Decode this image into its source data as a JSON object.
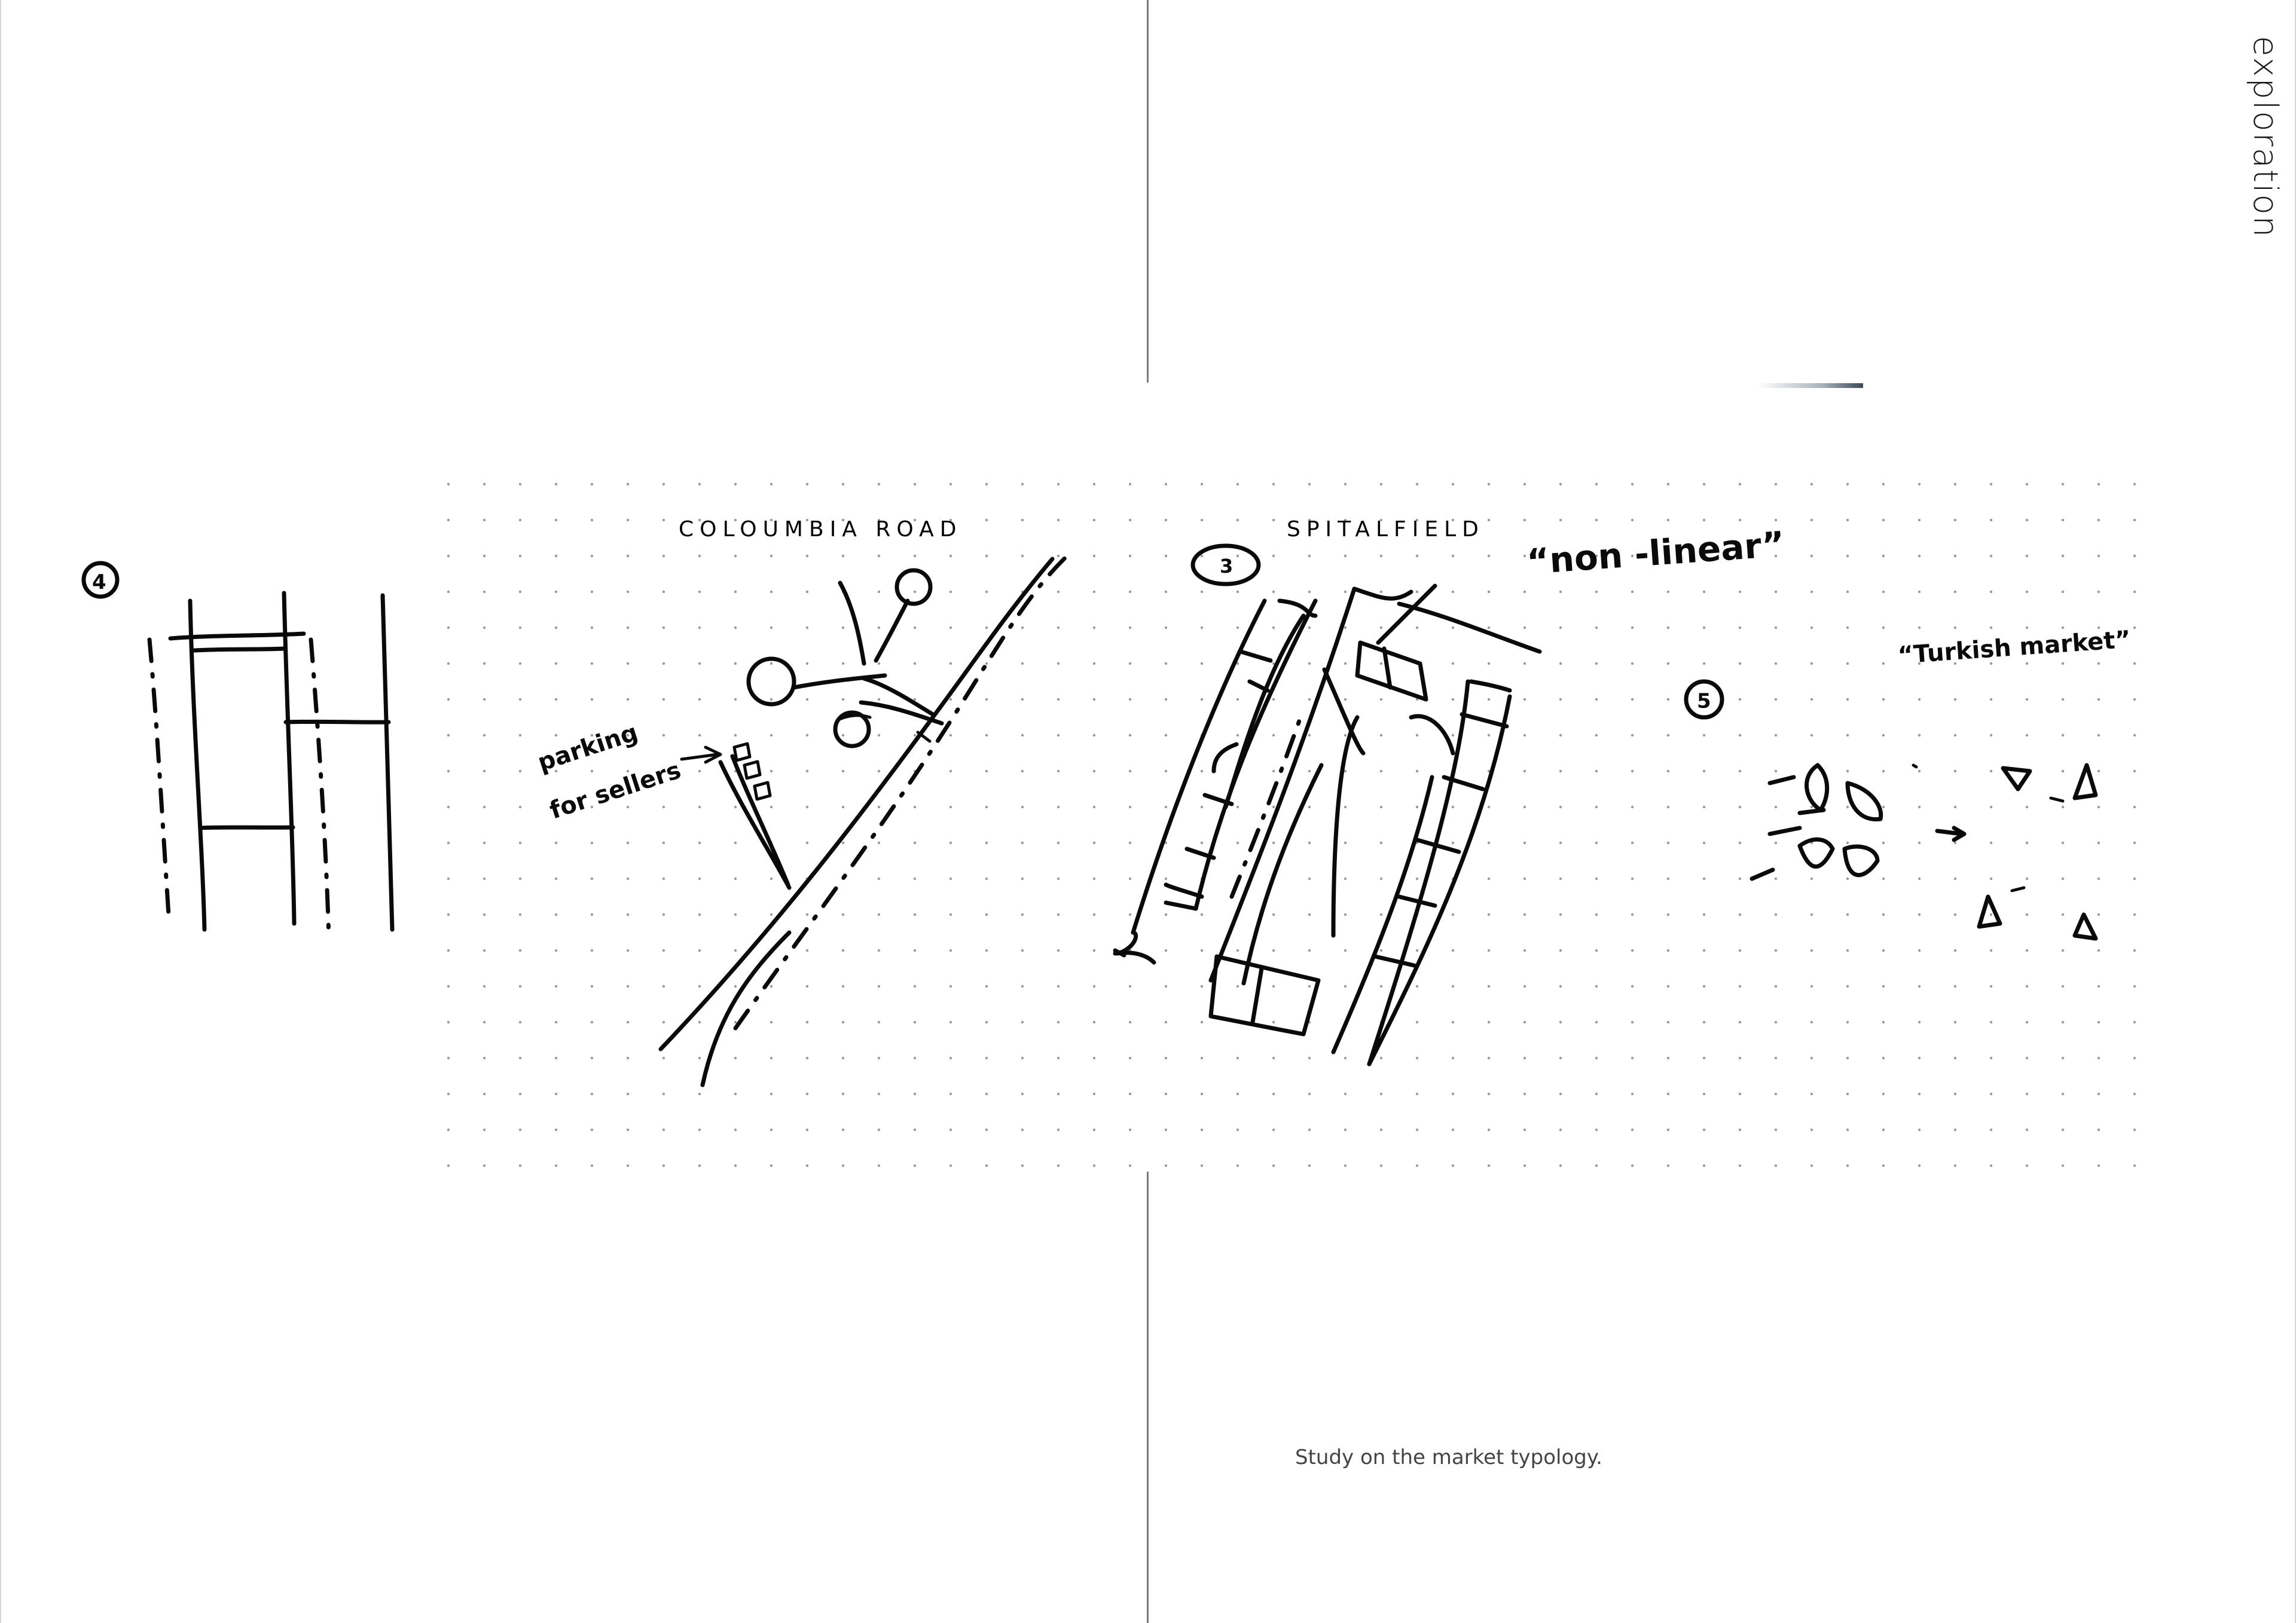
{
  "page": {
    "section_title": "exploration",
    "caption": "Study on the market typology."
  },
  "sketches": {
    "label_columbia": "COLOUMBIA   ROAD",
    "label_spitalfield": "SPITALFIELD",
    "note_parking_line1": "parking",
    "note_parking_line2": "for sellers",
    "note_non_linear": "“non -linear”",
    "note_turkish": "“Turkish market”",
    "number_4": "4",
    "number_3": "3",
    "number_5": "5"
  }
}
